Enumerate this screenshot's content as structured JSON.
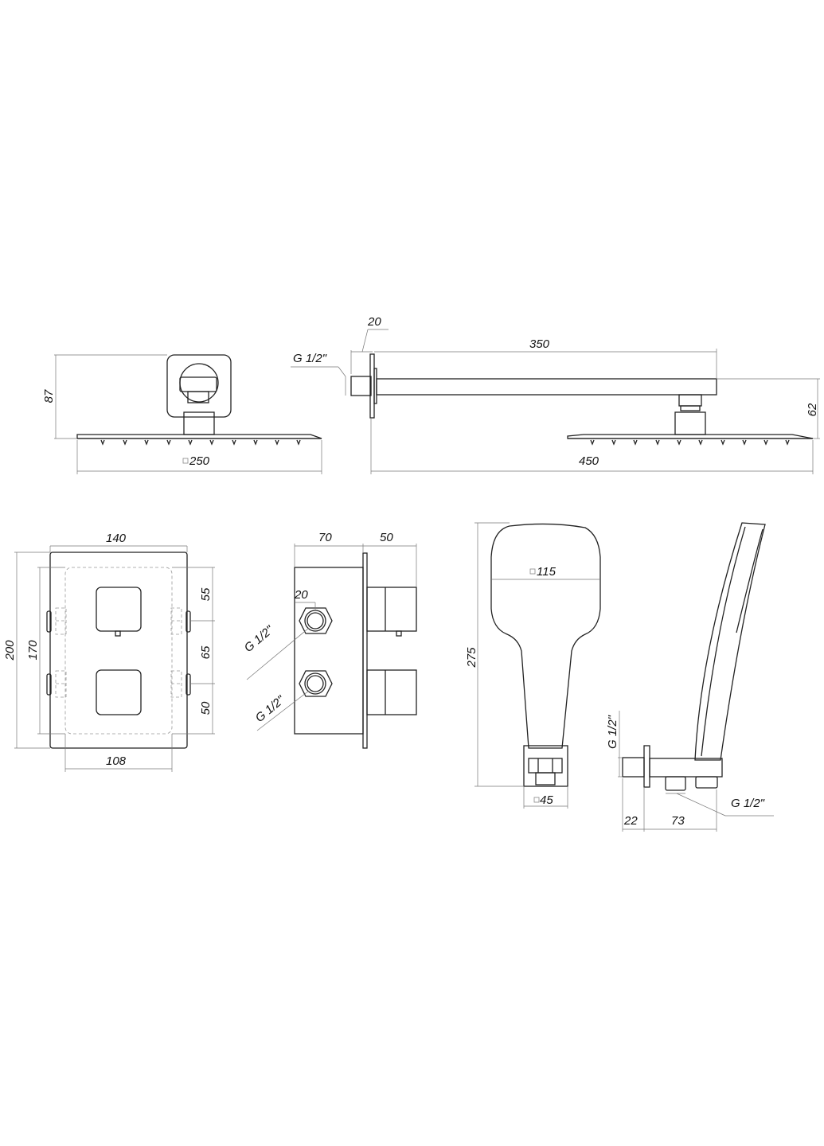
{
  "drawing": {
    "background": "#ffffff",
    "line_color": "#222222",
    "views": {
      "shower_head_front": {
        "height": "87",
        "width": "250",
        "width_prefix": "square"
      },
      "shower_arm_side": {
        "thread": "G 1/2\"",
        "flange_depth": "20",
        "arm_length": "350",
        "total_length": "450",
        "head_drop": "62"
      },
      "thermostat_front": {
        "outer_width": "140",
        "outer_height": "200",
        "inner_height": "170",
        "inner_width": "108",
        "spacing_top": "55",
        "spacing_mid": "65",
        "spacing_bottom": "50"
      },
      "thermostat_side": {
        "body_depth": "70",
        "handle_depth": "50",
        "port_offset": "20",
        "port_thread_1": "G 1/2\"",
        "port_thread_2": "G 1/2\""
      },
      "hand_shower_front": {
        "head_size": "115",
        "total_height": "275",
        "bracket_size": "45"
      },
      "hand_shower_side": {
        "inlet_thread": "G 1/2\"",
        "outlet_thread": "G 1/2\"",
        "wall_offset": "22",
        "bracket_length": "73"
      }
    }
  }
}
